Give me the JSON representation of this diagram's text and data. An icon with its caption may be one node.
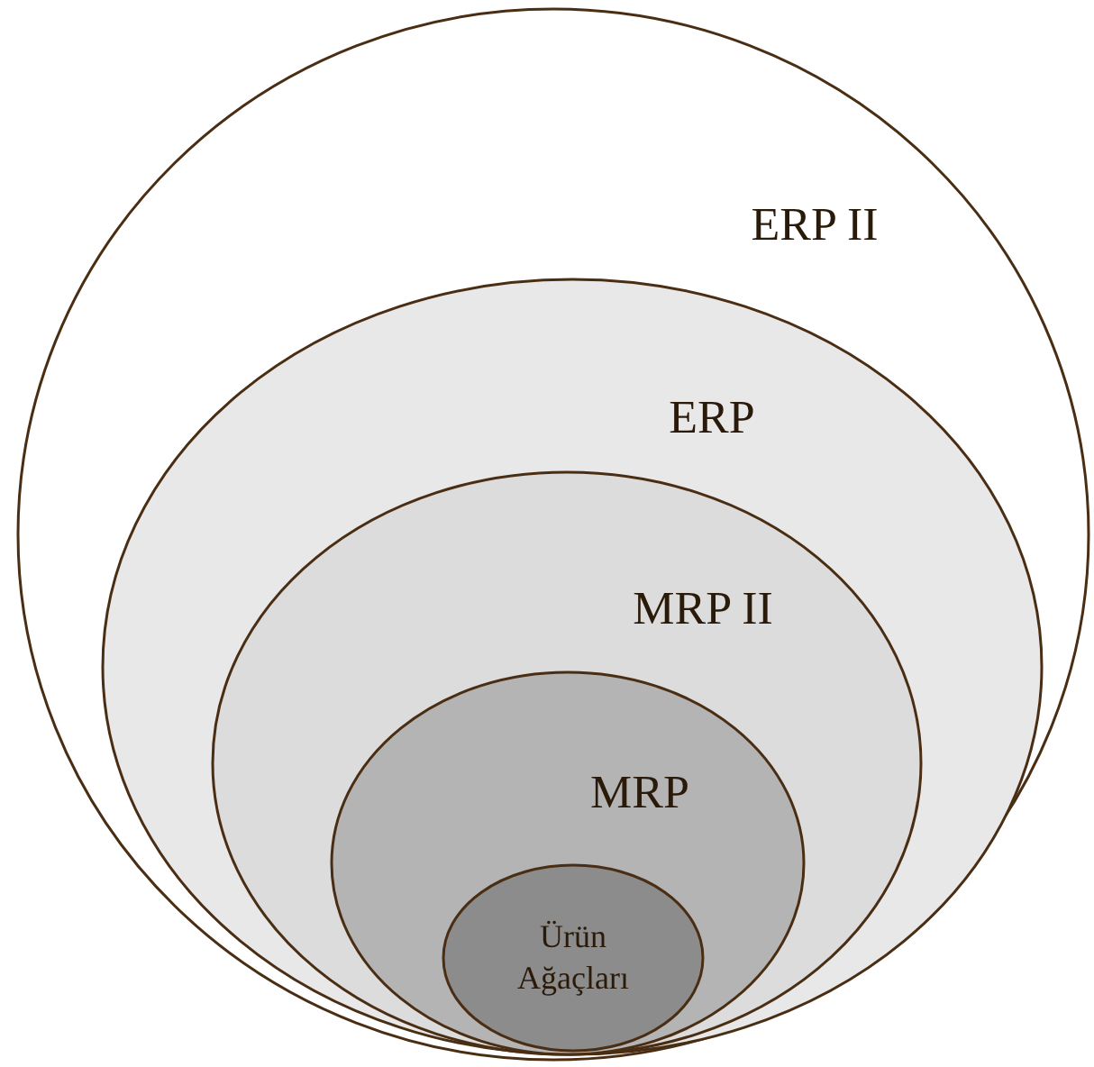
{
  "diagram": {
    "nodes": [
      {
        "text": [
          "ERP II"
        ]
      },
      {
        "text": [
          "ERP"
        ],
        "in": 0
      },
      {
        "text": [
          "MRP II"
        ],
        "in": 1
      },
      {
        "text": [
          "MRP"
        ],
        "in": 2
      },
      {
        "text": [
          "Ürün Ağaçları"
        ],
        "in": 3
      }
    ]
  }
}
